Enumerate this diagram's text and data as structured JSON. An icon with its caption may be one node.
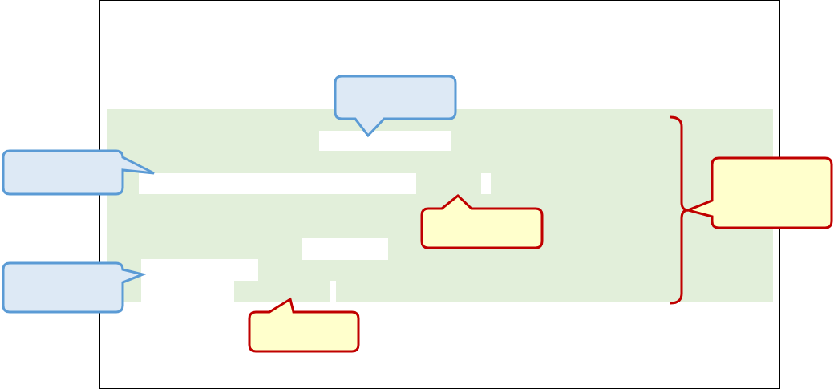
{
  "diagram": {
    "nodes": [
      {
        "text": [],
        "shape": "box"
      },
      {
        "text": [],
        "shape": "callout",
        "in": 0
      },
      {
        "text": [],
        "shape": "box",
        "in": 0
      },
      {
        "text": [],
        "shape": "callout"
      },
      {
        "text": [],
        "shape": "callout"
      },
      {
        "text": [],
        "shape": "callout",
        "in": 2
      },
      {
        "text": [],
        "shape": "callout"
      },
      {
        "text": [],
        "shape": "callout",
        "in": 0
      }
    ]
  }
}
